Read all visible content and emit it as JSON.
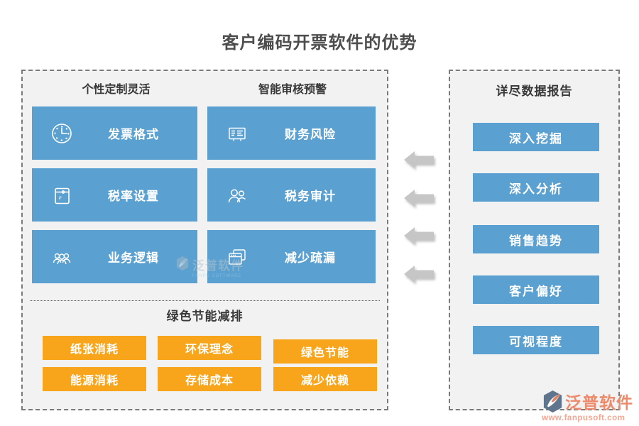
{
  "title": "客户编码开票软件的优势",
  "colors": {
    "primary_blue": "#5aa0d1",
    "accent_orange": "#f9a51b",
    "arrow_gray": "#c6c6c6",
    "panel_bg": "#f2f2f2",
    "logo_coral": "#ec8a6b"
  },
  "left_panel": {
    "columns": [
      {
        "header": "个性定制灵活",
        "items": [
          {
            "icon": "clock-icon",
            "label": "发票格式"
          },
          {
            "icon": "folder-icon",
            "label": "税率设置"
          },
          {
            "icon": "team-icon",
            "label": "业务逻辑"
          }
        ]
      },
      {
        "header": "智能审核预警",
        "items": [
          {
            "icon": "report-icon",
            "label": "财务风险"
          },
          {
            "icon": "people-icon",
            "label": "税务审计"
          },
          {
            "icon": "windows-icon",
            "label": "减少疏漏"
          }
        ]
      }
    ],
    "green": {
      "header": "绿色节能减排",
      "buttons": [
        "纸张消耗",
        "环保理念",
        "绿色节能",
        "能源消耗",
        "存储成本",
        "减少依赖"
      ]
    }
  },
  "right_panel": {
    "header": "详尽数据报告",
    "buttons": [
      "深入挖掘",
      "深入分析",
      "销售趋势",
      "客户偏好",
      "可视程度"
    ]
  },
  "watermark": {
    "brand": "泛普软件",
    "sub": "FANPU SOFTWARE"
  },
  "logo": {
    "brand": "泛普软件",
    "url": "www.fanpusoft.com"
  }
}
